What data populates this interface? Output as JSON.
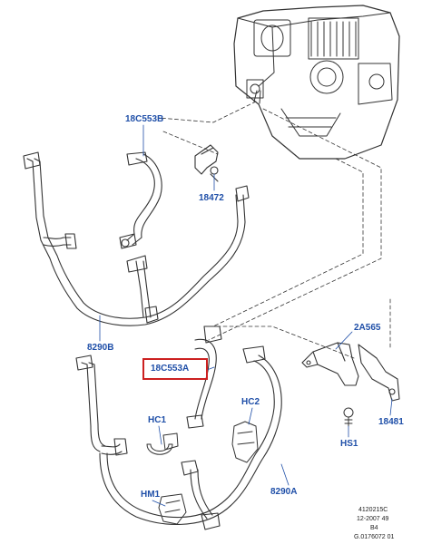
{
  "colors": {
    "callout_text": "#1f4fa8",
    "highlight_border": "#cc2020",
    "line_art": "#333333"
  },
  "callouts": {
    "hose_upper_left": "18C553B",
    "connector_upper": "18472",
    "hose_assembly_upper": "8290B",
    "bracket": "2A565",
    "hose_highlighted": "18C553A",
    "hose_clip_1": "HC1",
    "hose_clip_2": "HC2",
    "bracket_right": "18481",
    "screw": "HS1",
    "hose_mount": "HM1",
    "hose_assembly_lower": "8290A"
  },
  "reference": {
    "code": "4120215C",
    "date": "12-2007 49",
    "variant": "B4",
    "drawing_id": "G.0176072 01"
  }
}
